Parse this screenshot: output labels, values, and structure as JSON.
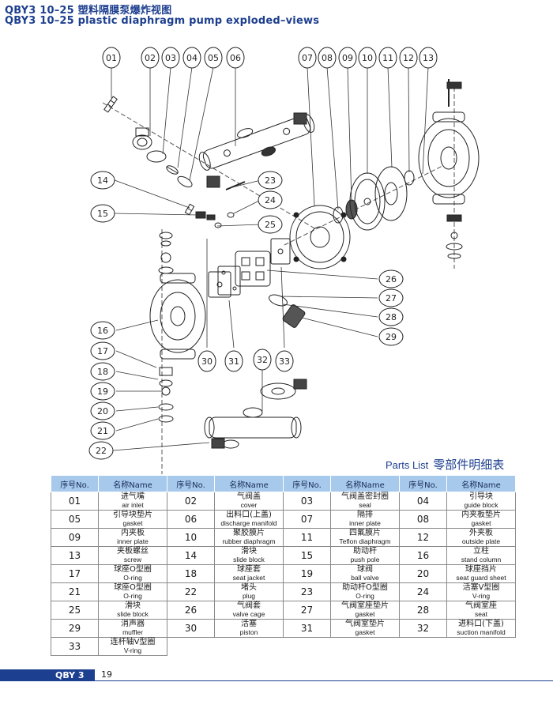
{
  "header": {
    "title_cn": "QBY3 10–25 塑料隔膜泵爆炸视图",
    "title_en": "QBY3 10–25 plastic diaphragm pump exploded–views"
  },
  "diagram": {
    "callouts": [
      "01",
      "02",
      "03",
      "04",
      "05",
      "06",
      "07",
      "08",
      "09",
      "10",
      "11",
      "12",
      "13",
      "14",
      "15",
      "16",
      "17",
      "18",
      "19",
      "20",
      "21",
      "22",
      "23",
      "24",
      "25",
      "26",
      "27",
      "28",
      "29",
      "30",
      "31",
      "32",
      "33"
    ]
  },
  "parts_list": {
    "title_en": "Parts List",
    "title_cn": "零部件明细表",
    "headers": [
      "序号No.",
      "名称Name",
      "序号No.",
      "名称Name",
      "序号No.",
      "名称Name",
      "序号No.",
      "名称Name"
    ],
    "rows": [
      [
        {
          "no": "01",
          "cn": "进气嘴",
          "en": "air inlet"
        },
        {
          "no": "02",
          "cn": "气阀盖",
          "en": "cover"
        },
        {
          "no": "03",
          "cn": "气阀盖密封圈",
          "en": "seal"
        },
        {
          "no": "04",
          "cn": "引导块",
          "en": "guide block"
        }
      ],
      [
        {
          "no": "05",
          "cn": "引导块垫片",
          "en": "gasket"
        },
        {
          "no": "06",
          "cn": "出料口(上盖)",
          "en": "discharge manifold"
        },
        {
          "no": "07",
          "cn": "隔排",
          "en": "inner plate"
        },
        {
          "no": "08",
          "cn": "内夹板垫片",
          "en": "gasket"
        }
      ],
      [
        {
          "no": "09",
          "cn": "内夹板",
          "en": "inner plate"
        },
        {
          "no": "10",
          "cn": "聚胶膜片",
          "en": "rubber diaphragm"
        },
        {
          "no": "11",
          "cn": "四氟膜片",
          "en": "Teflon diaphragm"
        },
        {
          "no": "12",
          "cn": "外夹板",
          "en": "outside plate"
        }
      ],
      [
        {
          "no": "13",
          "cn": "夹板螺丝",
          "en": "screw"
        },
        {
          "no": "14",
          "cn": "滑块",
          "en": "slide block"
        },
        {
          "no": "15",
          "cn": "助动杆",
          "en": "push pole"
        },
        {
          "no": "16",
          "cn": "立柱",
          "en": "stand column"
        }
      ],
      [
        {
          "no": "17",
          "cn": "球座O型圈",
          "en": "O-ring"
        },
        {
          "no": "18",
          "cn": "球座套",
          "en": "seat jacket"
        },
        {
          "no": "19",
          "cn": "球阀",
          "en": "ball valve"
        },
        {
          "no": "20",
          "cn": "球座挡片",
          "en": "seat guard sheet"
        }
      ],
      [
        {
          "no": "21",
          "cn": "球座O型圈",
          "en": "O-ring"
        },
        {
          "no": "22",
          "cn": "堵头",
          "en": "plug"
        },
        {
          "no": "23",
          "cn": "助动杆O型圈",
          "en": "O-ring"
        },
        {
          "no": "24",
          "cn": "活塞V型圈",
          "en": "V-ring"
        }
      ],
      [
        {
          "no": "25",
          "cn": "滑块",
          "en": "slide block"
        },
        {
          "no": "26",
          "cn": "气阀套",
          "en": "valve cage"
        },
        {
          "no": "27",
          "cn": "气阀室座垫片",
          "en": "gasket"
        },
        {
          "no": "28",
          "cn": "气阀室座",
          "en": "seat"
        }
      ],
      [
        {
          "no": "29",
          "cn": "消声器",
          "en": "muffler"
        },
        {
          "no": "30",
          "cn": "活塞",
          "en": "piston"
        },
        {
          "no": "31",
          "cn": "气阀室垫片",
          "en": "gasket"
        },
        {
          "no": "32",
          "cn": "进料口(下盖)",
          "en": "suction manifold"
        }
      ],
      [
        {
          "no": "33",
          "cn": "连杆轴V型圈",
          "en": "V-ring"
        }
      ]
    ]
  },
  "footer": {
    "code": "QBY 3",
    "page": "19"
  },
  "colors": {
    "brand": "#1d3f8f",
    "table_header": "#a6c9ec"
  }
}
